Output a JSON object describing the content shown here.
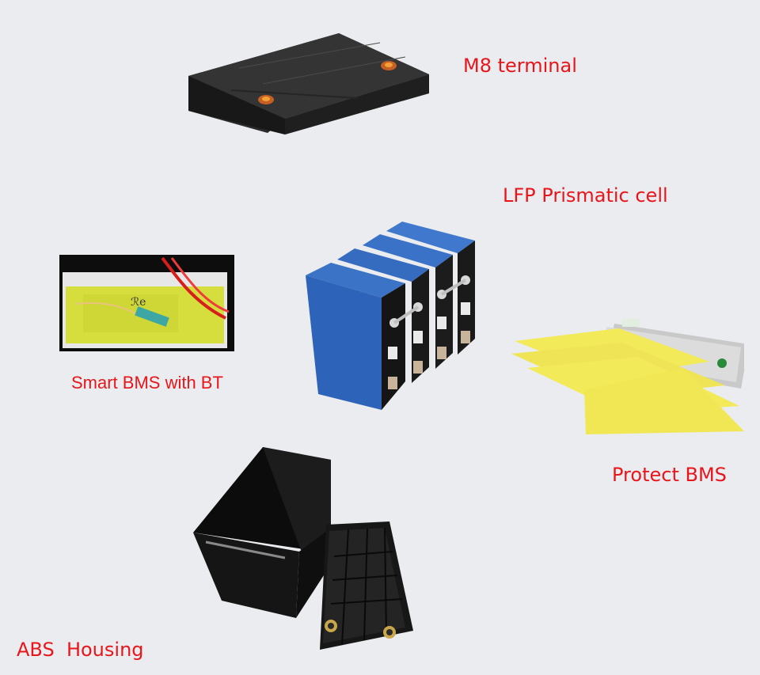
{
  "labels": {
    "m8_terminal": "M8 terminal",
    "lfp_cell": "LFP Prismatic cell",
    "smart_bms": "Smart BMS with BT",
    "protect_bms": "Protect BMS",
    "abs_housing": "ABS  Housing"
  },
  "images": [
    {
      "name": "battery-lid-icon",
      "depicts": "battery lid with M8 terminals"
    },
    {
      "name": "smart-bms-photo",
      "depicts": "smart BMS board with bluetooth module"
    },
    {
      "name": "lfp-cells-icon",
      "depicts": "four blue LFP prismatic cells"
    },
    {
      "name": "protect-bms-icon",
      "depicts": "BMS board with yellow insulation sheets"
    },
    {
      "name": "abs-housing-icon",
      "depicts": "black ABS battery box with lid"
    }
  ],
  "colors": {
    "background": "#eaecef",
    "label_text": "#e8161b",
    "cell_blue": "#2d63b8",
    "insulation_yellow": "#f3ea5a",
    "housing_black": "#151515"
  }
}
